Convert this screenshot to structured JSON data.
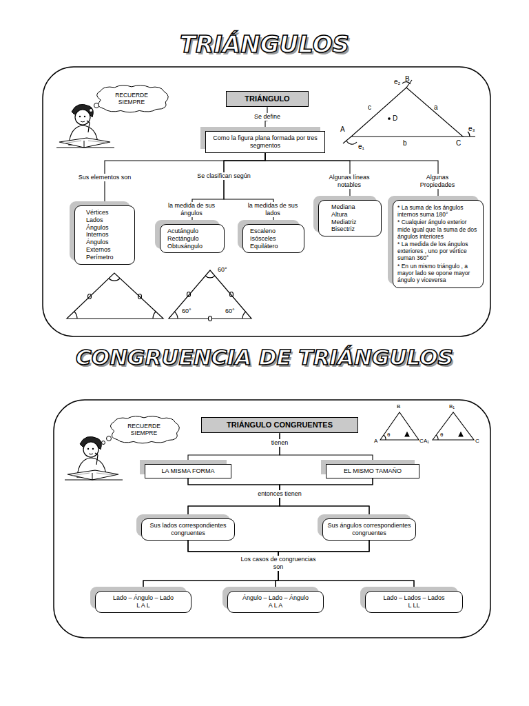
{
  "diagram": {
    "title": "TRIÁNGULOS",
    "nodes": [
      {
        "text": [
          "RECUERDE SIEMPRE"
        ]
      },
      {
        "text": [
          "TRIÁNGULO"
        ]
      },
      {
        "text": [
          "Como la figura plana formada por tres segmentos"
        ]
      },
      {
        "text": [
          "Vértices",
          "Lados",
          "Ángulos Internos",
          "Ángulos Externos",
          "Perímetro"
        ]
      },
      {
        "text": [
          "Acutángulo",
          "Rectángulo",
          "Obtusángulo"
        ]
      },
      {
        "text": [
          "Escaleno",
          "Isósceles",
          "Equilátero"
        ]
      },
      {
        "text": [
          "Mediana",
          "Altura",
          "Mediatriz",
          "Bisectriz"
        ]
      },
      {
        "text": [
          "* La suma de los ángulos internos suma 180°",
          "* Cualquier ángulo exterior mide igual que la suma de dos ángulos interiores",
          "* La medida de los ángulos exteriores , uno por vértice suman 360°",
          "* En un mismo triángulo , a mayor lado se opone mayor ángulo y viceversa"
        ]
      },
      {
        "text": [
          "RECUERDE SIEMPRE"
        ]
      },
      {
        "text": [
          "TRIÁNGULO CONGRUENTES"
        ]
      },
      {
        "text": [
          "LA MISMA FORMA"
        ]
      },
      {
        "text": [
          "EL MISMO TAMAÑO"
        ]
      },
      {
        "text": [
          "Sus lados correspondientes congruentes"
        ]
      },
      {
        "text": [
          "Sus ángulos correspondientes congruentes"
        ]
      },
      {
        "text": [
          "Lado – Ángulo – Lado",
          "L A L"
        ]
      },
      {
        "text": [
          "Ángulo – Lado – Ángulo",
          "A L A"
        ]
      },
      {
        "text": [
          "Lado – Lados – Lados",
          "L LL"
        ]
      }
    ],
    "edges": [
      {
        "from": 1,
        "to": 2,
        "arrow": "none",
        "label": "Se define"
      },
      {
        "from": 2,
        "to": 3,
        "arrow": "none",
        "label": "Sus elementos son"
      },
      {
        "from": 2,
        "to": 4,
        "arrow": "none",
        "label": "la medida de sus ángulos"
      },
      {
        "from": 2,
        "to": 5,
        "arrow": "none",
        "label": "la medidas de sus lados"
      },
      {
        "from": 2,
        "to": 6,
        "arrow": "none",
        "label": "Algunas líneas notables"
      },
      {
        "from": 2,
        "to": 7,
        "arrow": "none",
        "label": "Algunas Propiedades"
      },
      {
        "from": 9,
        "to": 10,
        "arrow": "none"
      },
      {
        "from": 9,
        "to": 11,
        "arrow": "none"
      },
      {
        "from": 10,
        "to": 12,
        "arrow": "none"
      },
      {
        "from": 10,
        "to": 13,
        "arrow": "none"
      },
      {
        "from": 11,
        "to": 12,
        "arrow": "none"
      },
      {
        "from": 11,
        "to": 13,
        "arrow": "none"
      },
      {
        "from": 12,
        "to": 14,
        "arrow": "none"
      },
      {
        "from": 12,
        "to": 15,
        "arrow": "none"
      },
      {
        "from": 12,
        "to": 16,
        "arrow": "none"
      },
      {
        "from": 13,
        "to": 14,
        "arrow": "none"
      },
      {
        "from": 13,
        "to": 15,
        "arrow": "none"
      },
      {
        "from": 13,
        "to": 16,
        "arrow": "none"
      }
    ],
    "labels": [
      "CONGRUENCIA DE TRIÁNGULOS",
      "Se clasifican según",
      "e₂",
      "B",
      "c",
      "D",
      "a",
      "A",
      "e₃",
      "C",
      "e₁",
      "b",
      "60°",
      "60°",
      "60°",
      "tienen",
      "entonces tienen",
      "Los casos de congruencias son",
      "B",
      "A",
      "θ",
      "C",
      "B₁",
      "A₁",
      "θ",
      "C"
    ]
  }
}
